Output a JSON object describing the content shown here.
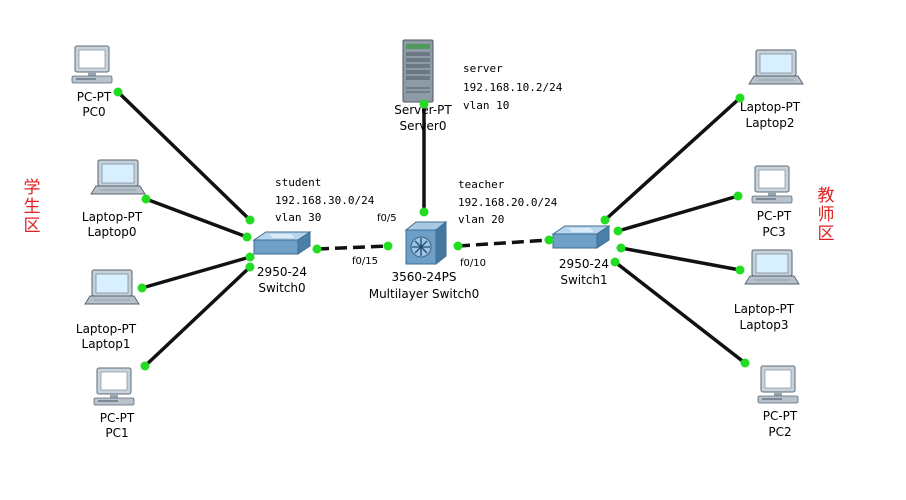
{
  "nodes": {
    "pc0": {
      "type": "PC-PT",
      "name": "PC0"
    },
    "laptop0": {
      "type": "Laptop-PT",
      "name": "Laptop0"
    },
    "laptop1": {
      "type": "Laptop-PT",
      "name": "Laptop1"
    },
    "pc1": {
      "type": "PC-PT",
      "name": "PC1"
    },
    "switch0": {
      "type": "2950-24",
      "name": "Switch0"
    },
    "server0": {
      "type": "Server-PT",
      "name": "Server0"
    },
    "mls0": {
      "type": "3560-24PS",
      "name": "Multilayer Switch0"
    },
    "switch1": {
      "type": "2950-24",
      "name": "Switch1"
    },
    "laptop2": {
      "type": "Laptop-PT",
      "name": "Laptop2"
    },
    "pc3": {
      "type": "PC-PT",
      "name": "PC3"
    },
    "laptop3": {
      "type": "Laptop-PT",
      "name": "Laptop3"
    },
    "pc2": {
      "type": "PC-PT",
      "name": "PC2"
    }
  },
  "ports": {
    "mls_server": "f0/5",
    "mls_switch0": "f0/15",
    "mls_switch1": "f0/10"
  },
  "annotations": {
    "server": {
      "name": "server",
      "net": "192.168.10.2/24",
      "vlan": "vlan 10"
    },
    "student": {
      "name": "student",
      "net": "192.168.30.0/24",
      "vlan": "vlan 30"
    },
    "teacher": {
      "name": "teacher",
      "net": "192.168.20.0/24",
      "vlan": "vlan 20"
    }
  },
  "zones": {
    "student_zone": [
      "学",
      "生",
      "区"
    ],
    "teacher_zone": [
      "教",
      "师",
      "区"
    ]
  },
  "colors": {
    "link": "#111111",
    "endpoint": "#22dd22",
    "zone_text": "#e02020"
  }
}
